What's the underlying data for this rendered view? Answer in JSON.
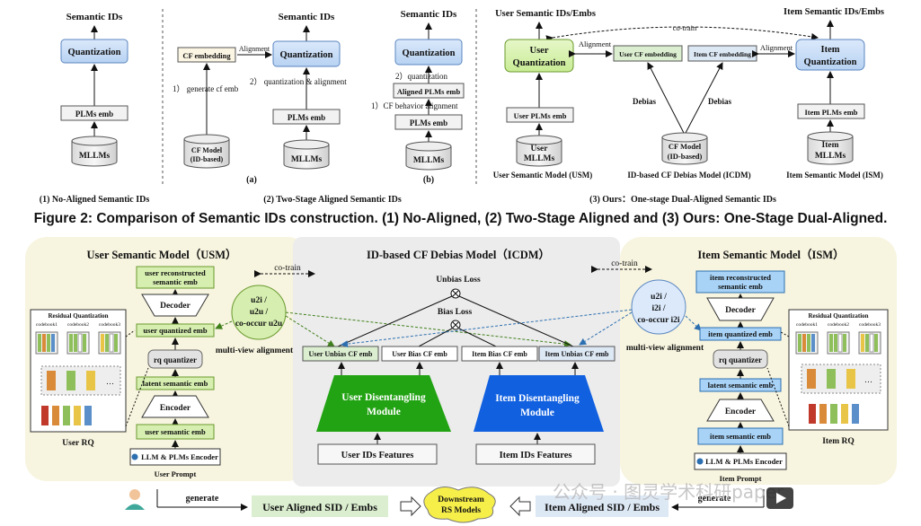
{
  "top": {
    "p1": {
      "semantic_ids": "Semantic IDs",
      "quantization": "Quantization",
      "plms_emb": "PLMs emb",
      "mllms": "MLLMs",
      "label": "(1) No-Aligned Semantic IDs"
    },
    "p2a": {
      "semantic_ids": "Semantic IDs",
      "quantization": "Quantization",
      "cf_embedding": "CF embedding",
      "alignment": "Alignment",
      "step1": "1） generate cf emb",
      "step2": "2） quantization & alignment",
      "plms_emb": "PLMs emb",
      "mllms": "MLLMs",
      "cf_model_1": "CF Model",
      "cf_model_2": "(ID-based)",
      "tag": "(a)"
    },
    "p2b": {
      "semantic_ids": "Semantic IDs",
      "quantization": "Quantization",
      "step2": "2）quantization",
      "aligned": "Aligned PLMs emb",
      "step1": "1）CF behavior alignment",
      "plms_emb": "PLMs emb",
      "mllms": "MLLMs",
      "tag": "(b)"
    },
    "p2_label": "(2) Two-Stage Aligned Semantic IDs",
    "p3": {
      "user_sid": "User Semantic IDs/Embs",
      "item_sid": "Item Semantic IDs/Embs",
      "cotrain": "co-train",
      "alignment": "Alignment",
      "user_q_1": "User",
      "user_q_2": "Quantization",
      "item_q_1": "Item",
      "item_q_2": "Quantization",
      "user_cf": "User CF embedding",
      "item_cf": "Item CF embedding",
      "debias": "Debias",
      "user_plms": "User PLMs emb",
      "item_plms": "Item PLMs emb",
      "user_mllm_1": "User",
      "user_mllm_2": "MLLMs",
      "item_mllm_1": "Item",
      "item_mllm_2": "MLLMs",
      "cf_model_1": "CF Model",
      "cf_model_2": "(ID-based)",
      "usm": "User Semantic Model (USM)",
      "icdm": "ID-based CF Debias Model (ICDM)",
      "ism": "Item Semantic Model (ISM)",
      "label": "(3) Ours：One-stage Dual-Aligned Semantic IDs"
    }
  },
  "caption": "Figure 2: Comparison of Semantic IDs construction. (1) No-Aligned, (2) Two-Stage Aligned and (3) Ours: One-Stage Dual-Aligned.",
  "bottom": {
    "usm_title": "User Semantic Model（USM）",
    "icdm_title": "ID-based CF Debias Model（ICDM）",
    "ism_title": "Item Semantic Model（ISM）",
    "cotrain": "co-train",
    "user_recon_1": "user reconstructed",
    "user_recon_2": "semantic emb",
    "decoder": "Decoder",
    "encoder": "Encoder",
    "user_quant": "user quantized emb",
    "rq_quantizer": "rq quantizer",
    "latent": "latent semantic emb",
    "user_sem": "user semantic emb",
    "llm_enc": "LLM & PLMs Encoder",
    "user_prompt": "User Prompt",
    "residual_q": "Residual Quantization",
    "cb1": "codebook1",
    "cb2": "codebook2",
    "cb3": "codebook3",
    "user_rq": "User RQ",
    "item_rq": "Item RQ",
    "u2i_1": "u2i /",
    "u2i_2": "u2u /",
    "u2i_3": "co-occur u2u",
    "i2i_1": "u2i /",
    "i2i_2": "i2i /",
    "i2i_3": "co-occur i2i",
    "multiview": "multi-view alignment",
    "unbias_loss": "Unbias Loss",
    "bias_loss": "Bias Loss",
    "user_unbias": "User Unbias CF emb",
    "user_bias": "User Bias CF emb",
    "item_bias": "Item Bias CF emb",
    "item_unbias": "Item Unbias CF emb",
    "user_dis_1": "User Disentangling",
    "user_dis_2": "Module",
    "item_dis_1": "Item Disentangling",
    "item_dis_2": "Module",
    "user_ids": "User IDs Features",
    "item_ids": "Item IDs Features",
    "item_recon_1": "item reconstructed",
    "item_recon_2": "semantic emb",
    "item_quant": "item quantized emb",
    "item_sem": "item semantic emb",
    "item_prompt": "Item Prompt",
    "generate": "generate",
    "user_aligned": "User Aligned SID / Embs",
    "downstream_1": "Downstream",
    "downstream_2": "RS Models",
    "item_aligned": "Item Aligned SID / Embs",
    "watermark": "公众号 · 图灵学术科研paper"
  }
}
